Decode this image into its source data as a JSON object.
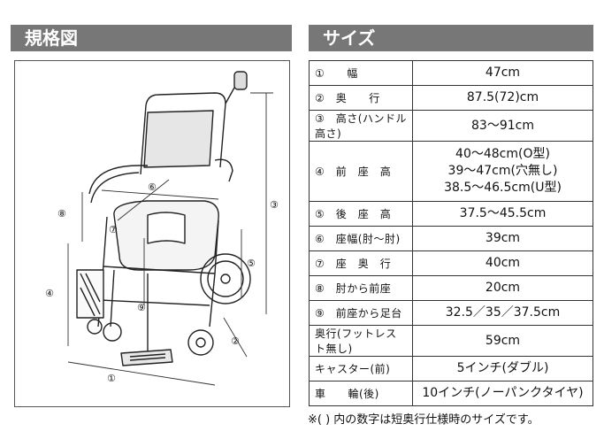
{
  "headers": {
    "left": "規格図",
    "right": "サイズ"
  },
  "diagram_labels": [
    "①",
    "②",
    "③",
    "④",
    "⑤",
    "⑥",
    "⑦",
    "⑧",
    "⑨"
  ],
  "spec_rows": [
    {
      "label": "①　　幅",
      "value": "47cm"
    },
    {
      "label": "②　奥　　行",
      "value": "87.5(72)cm"
    },
    {
      "label": "③　高さ(ハンドル高さ)",
      "value": "83〜91cm"
    },
    {
      "label": "④　前　座　高",
      "value": "40〜48cm(O型)\n39〜47cm(穴無し)\n38.5〜46.5cm(U型)"
    },
    {
      "label": "⑤　後　座　高",
      "value": "37.5〜45.5cm"
    },
    {
      "label": "⑥　座幅(肘〜肘)",
      "value": "39cm"
    },
    {
      "label": "⑦　座　奥　行",
      "value": "40cm"
    },
    {
      "label": "⑧　肘から前座",
      "value": "20cm"
    },
    {
      "label": "⑨　前座から足台",
      "value": "32.5／35／37.5cm"
    },
    {
      "label": "奥行(フットレスト無し)",
      "value": "59cm"
    },
    {
      "label": "キャスター(前)",
      "value": "5インチ(ダブル)"
    },
    {
      "label": "車　　輪(後)",
      "value": "10インチ(ノーパンクタイヤ)"
    }
  ],
  "note": "※( ) 内の数字は短奥行仕様時のサイズです。"
}
